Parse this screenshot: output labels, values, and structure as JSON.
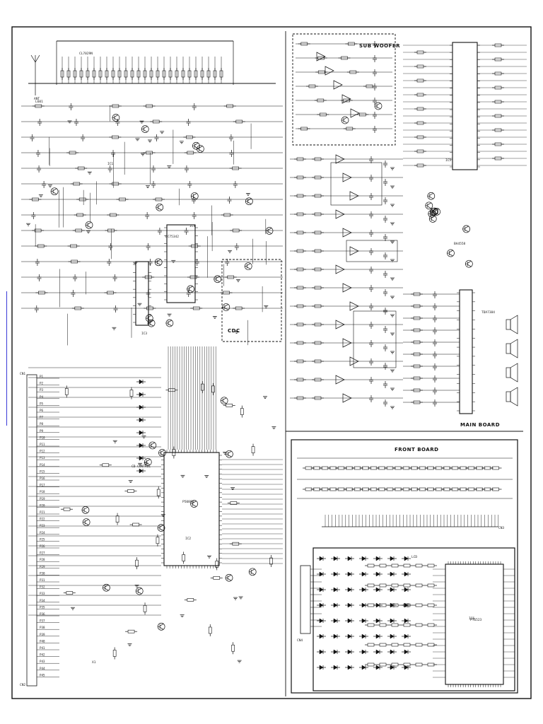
{
  "blocks": {
    "subwoofer": "SUB WOOFER",
    "cdc": "CDC",
    "main_board": "MAIN BOARD",
    "front_board": "FRONT BOARD"
  },
  "chips": {
    "tuner": "CL7029N",
    "main_ic": "P50804",
    "front_ic": "PT6523",
    "amp": "TDA7384",
    "audio": "LC75342",
    "regulator": "BA4558"
  },
  "refs": {
    "antenna": "ANT",
    "l601": "L601",
    "cd_control": "CD CONTROL",
    "ic1": "IC1",
    "ic2": "IC2",
    "ic3": "IC3",
    "ic4": "IC4",
    "ic5": "IC5",
    "ic6": "IC6",
    "cn1": "CN1",
    "cn2": "CN2",
    "cn3": "CN3",
    "cn4": "CN4",
    "x1": "X1",
    "lcd": "LCD"
  },
  "colors": {
    "ink": "#111111",
    "paper": "#ffffff",
    "edge_mark": "#3a3ad8"
  }
}
